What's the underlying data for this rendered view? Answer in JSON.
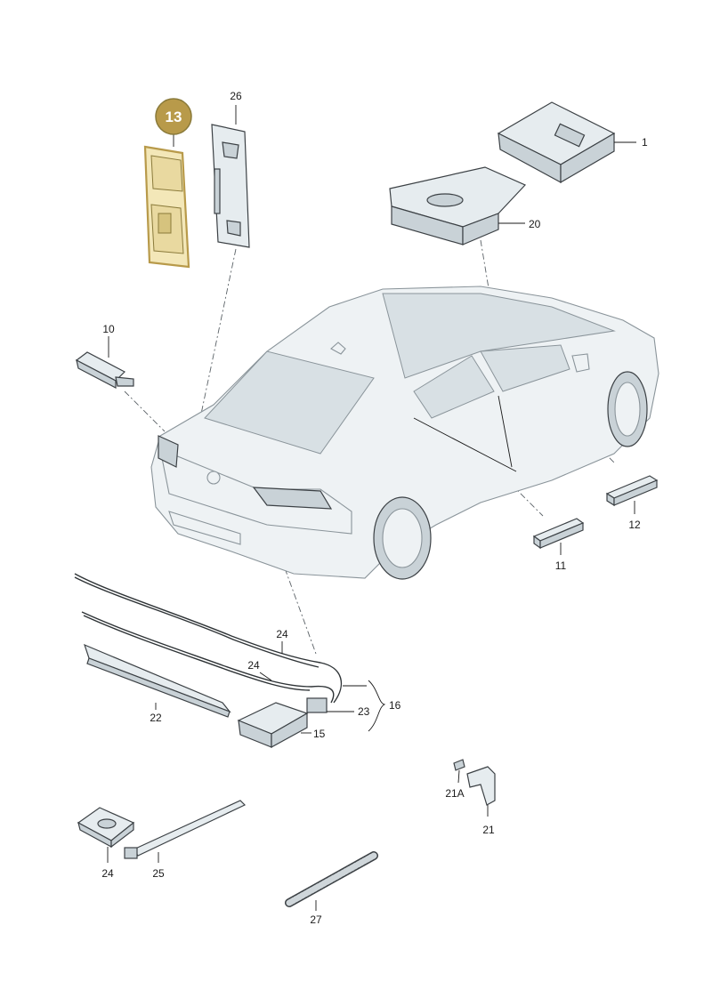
{
  "callouts": [
    {
      "id": "13",
      "label": "13",
      "highlighted": true
    },
    {
      "id": "26",
      "label": "26"
    },
    {
      "id": "1",
      "label": "1"
    },
    {
      "id": "20",
      "label": "20"
    },
    {
      "id": "10",
      "label": "10"
    },
    {
      "id": "12",
      "label": "12"
    },
    {
      "id": "11",
      "label": "11"
    },
    {
      "id": "24a",
      "label": "24"
    },
    {
      "id": "24b",
      "label": "24"
    },
    {
      "id": "16",
      "label": "16"
    },
    {
      "id": "23",
      "label": "23"
    },
    {
      "id": "22",
      "label": "22"
    },
    {
      "id": "15",
      "label": "15"
    },
    {
      "id": "21A",
      "label": "21A"
    },
    {
      "id": "21",
      "label": "21"
    },
    {
      "id": "24c",
      "label": "24"
    },
    {
      "id": "25",
      "label": "25"
    },
    {
      "id": "27",
      "label": "27"
    }
  ],
  "colors": {
    "highlight_fill": "#b89a4a",
    "highlight_part": "#f3e7b8",
    "line": "#1a1a1a"
  }
}
